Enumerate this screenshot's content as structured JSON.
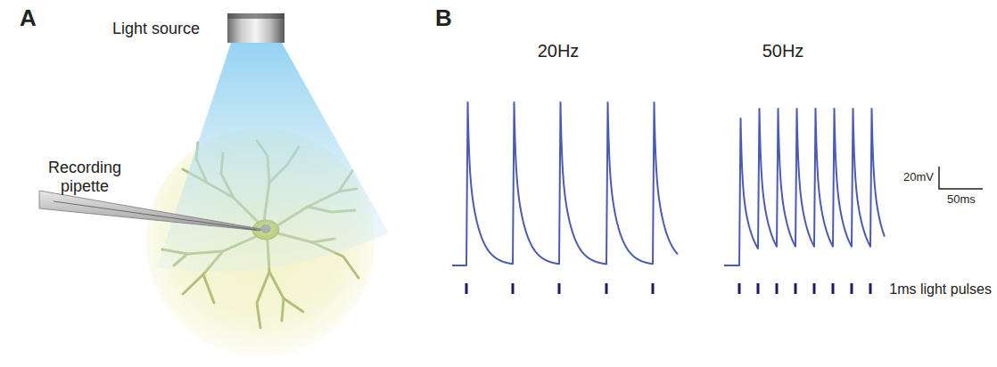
{
  "diagram": {
    "labels": [
      "A",
      "Light source",
      "Recording pipette",
      "B",
      "20Hz",
      "50Hz",
      "20mV",
      "50ms",
      "1ms light pulses"
    ]
  }
}
